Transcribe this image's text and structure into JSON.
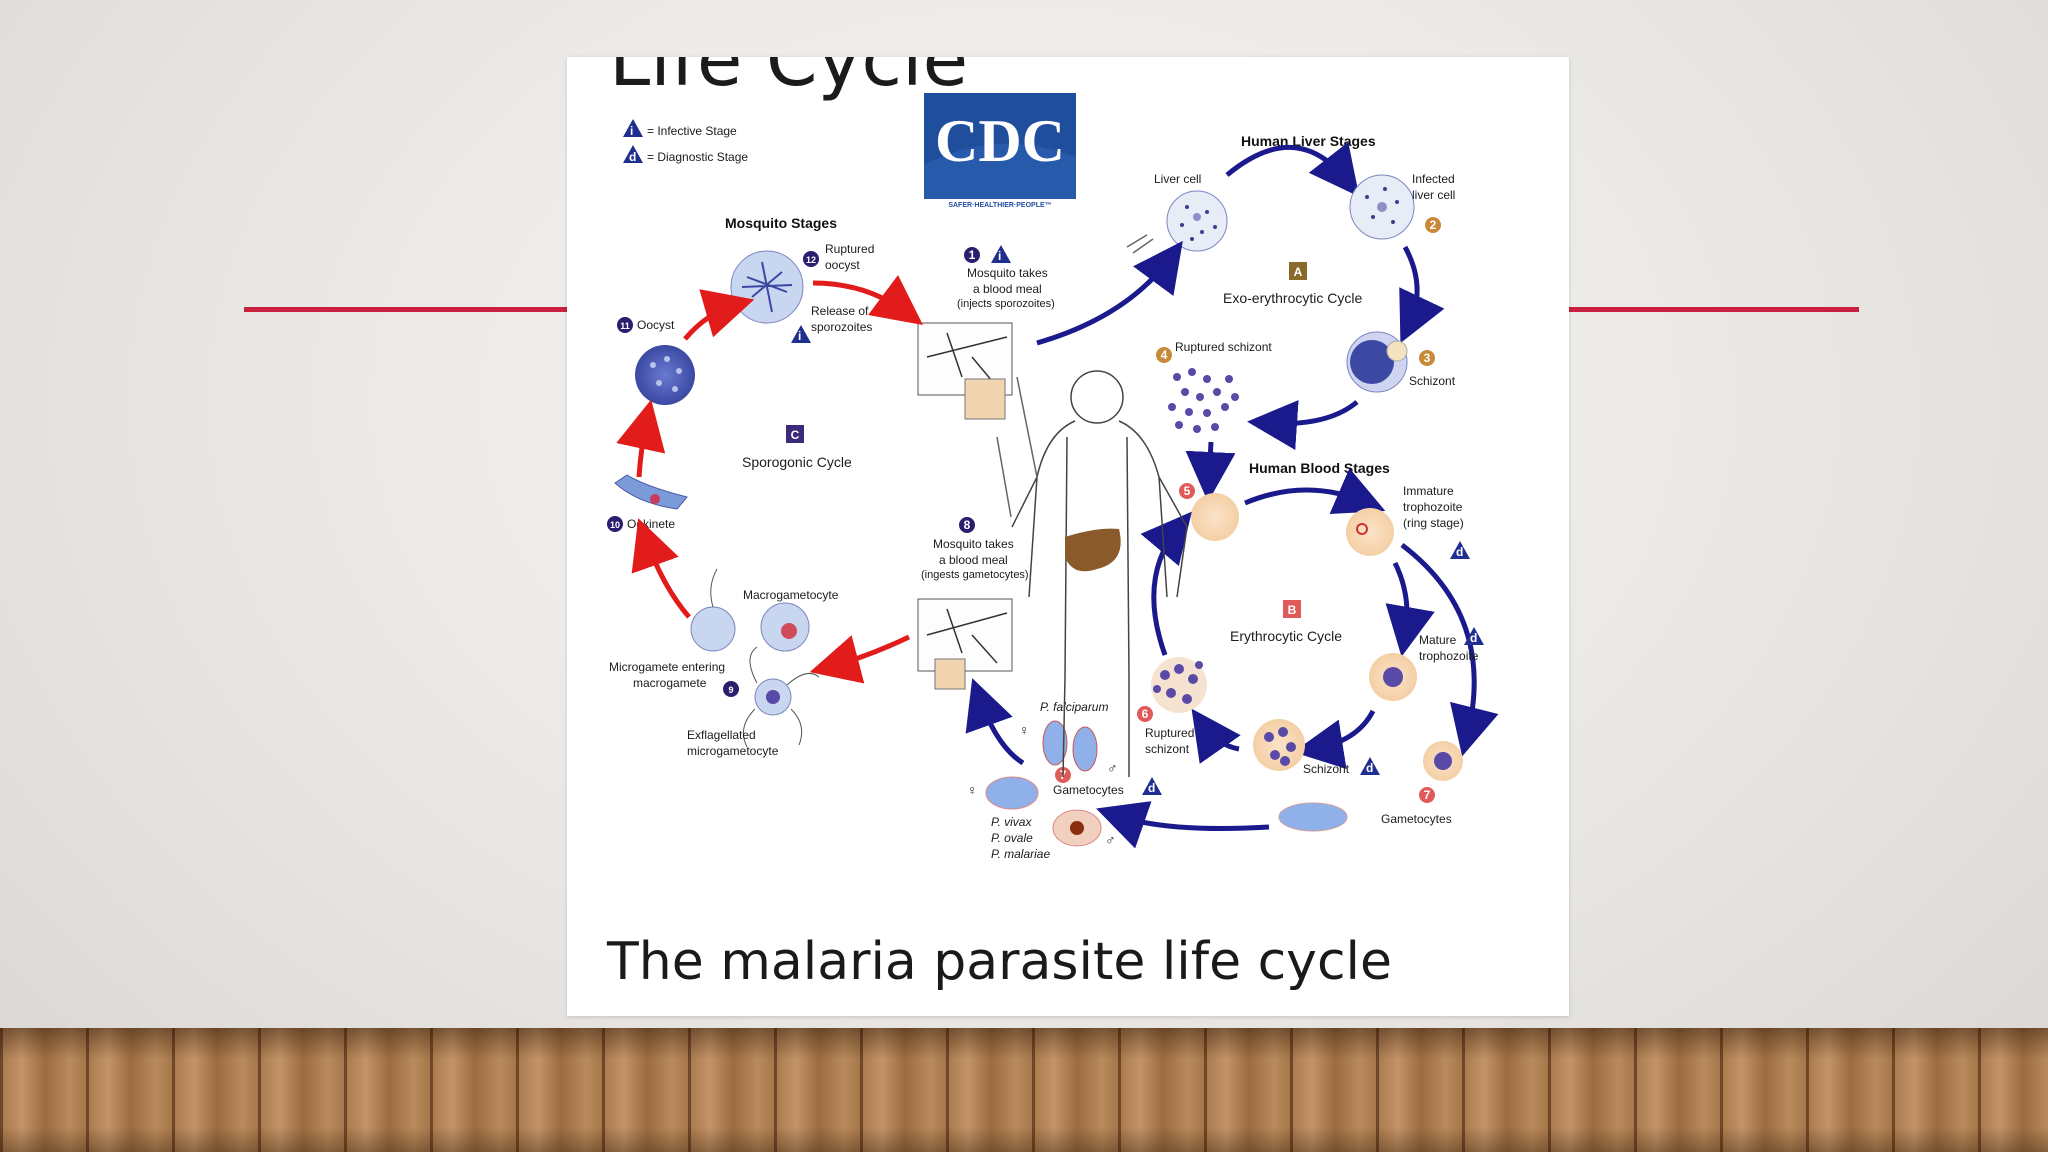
{
  "slide": {
    "title_fragment": "Life Cycle",
    "caption": "The malaria parasite life cycle"
  },
  "legend": {
    "infective": "= Infective Stage",
    "diagnostic": "= Diagnostic Stage"
  },
  "logo": {
    "text": "CDC",
    "tagline": "SAFER·HEALTHIER·PEOPLE™"
  },
  "sections": {
    "mosquito": "Mosquito Stages",
    "liver": "Human Liver Stages",
    "blood": "Human Blood Stages"
  },
  "cycles": {
    "exo": {
      "badge": "A",
      "label": "Exo-erythrocytic Cycle"
    },
    "ery": {
      "badge": "B",
      "label": "Erythrocytic Cycle"
    },
    "spo": {
      "badge": "C",
      "label": "Sporogonic Cycle"
    }
  },
  "stages": {
    "s1": {
      "num": "1",
      "l1": "Mosquito takes",
      "l2": "a blood meal",
      "l3": "(injects sporozoites)"
    },
    "s2": {
      "num": "2",
      "l1": "Infected",
      "l2": "liver cell"
    },
    "liver_cell": "Liver cell",
    "s3": {
      "num": "3",
      "label": "Schizont"
    },
    "s4": {
      "num": "4",
      "label": "Ruptured schizont"
    },
    "s5": {
      "num": "5"
    },
    "s6": {
      "num": "6",
      "l1": "Ruptured",
      "l2": "schizont"
    },
    "s7a": {
      "num": "7",
      "label": "Gametocytes"
    },
    "s7b": {
      "num": "7",
      "label": "Gametocytes"
    },
    "s8": {
      "num": "8",
      "l1": "Mosquito takes",
      "l2": "a blood meal",
      "l3": "(ingests gametocytes)"
    },
    "s9": {
      "num": "9",
      "l1": "Microgamete entering",
      "l2": "macrogamete"
    },
    "s10": {
      "num": "10",
      "label": "Ookinete"
    },
    "s11": {
      "num": "11",
      "label": "Oocyst"
    },
    "s12": {
      "num": "12",
      "l1": "Ruptured",
      "l2": "oocyst"
    },
    "release": {
      "l1": "Release of",
      "l2": "sporozoites"
    },
    "immature": {
      "l1": "Immature",
      "l2": "trophozoite",
      "l3": "(ring stage)"
    },
    "mature": {
      "l1": "Mature",
      "l2": "trophozoite"
    },
    "schizont_blood": "Schizont",
    "macrogametocyte": "Macrogametocyte",
    "exflag": {
      "l1": "Exflagellated",
      "l2": "microgametocyte"
    },
    "species": {
      "falciparum": "P. falciparum",
      "vivax": "P. vivax",
      "ovale": "P. ovale",
      "malariae": "P. malariae"
    }
  },
  "symbols": {
    "infective": "i",
    "diagnostic": "d",
    "female": "♀",
    "male": "♂"
  },
  "colors": {
    "accent": "#c8213f",
    "cdc_blue": "#1f4e9c",
    "human_arrow": "#1a1a8c",
    "mosquito_arrow": "#e21b1b",
    "cycle_badge_brown": "#8a6a2a",
    "cycle_badge_red": "#e05a5a",
    "cycle_badge_purple": "#3b2a7a"
  }
}
